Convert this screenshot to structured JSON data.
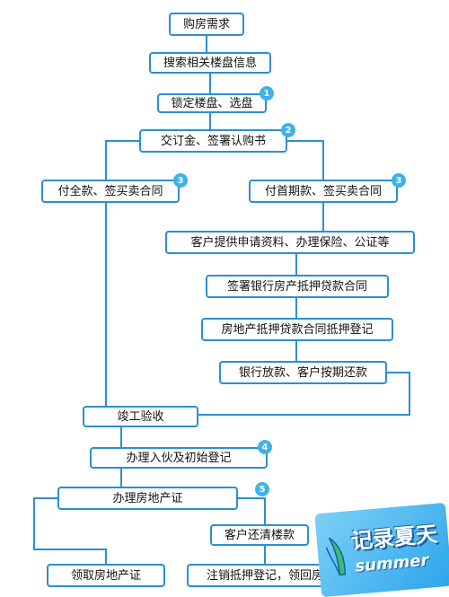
{
  "steps": {
    "demand": "购房需求",
    "search": "搜索相关楼盘信息",
    "lock": "锁定楼盘、选盘",
    "deposit": "交订金、签署认购书",
    "full_pay": "付全款、签买卖合同",
    "down_pay": "付首期款、签买卖合同",
    "docs": "客户提供申请资料、办理保险、公证等",
    "bank_contract": "签署银行房产抵押贷款合同",
    "mortgage_reg": "房地产抵押贷款合同抵押登记",
    "loan": "银行放款、客户按期还款",
    "acceptance": "竣工验收",
    "move_in": "办理入伙及初始登记",
    "certificate": "办理房地产证",
    "repay": "客户还清楼款",
    "get_cert": "领取房地产证",
    "cancel_mortgage": "注销抵押登记，领回房产证"
  },
  "badges": {
    "lock": "1",
    "deposit": "2",
    "full_pay": "3",
    "down_pay": "3",
    "move_in": "4",
    "certificate": "5"
  },
  "sticker": {
    "title": "记录夏天",
    "subtitle": "summer"
  },
  "colors": {
    "line": "#2b8fd3",
    "badge": "#3fb2ec"
  }
}
